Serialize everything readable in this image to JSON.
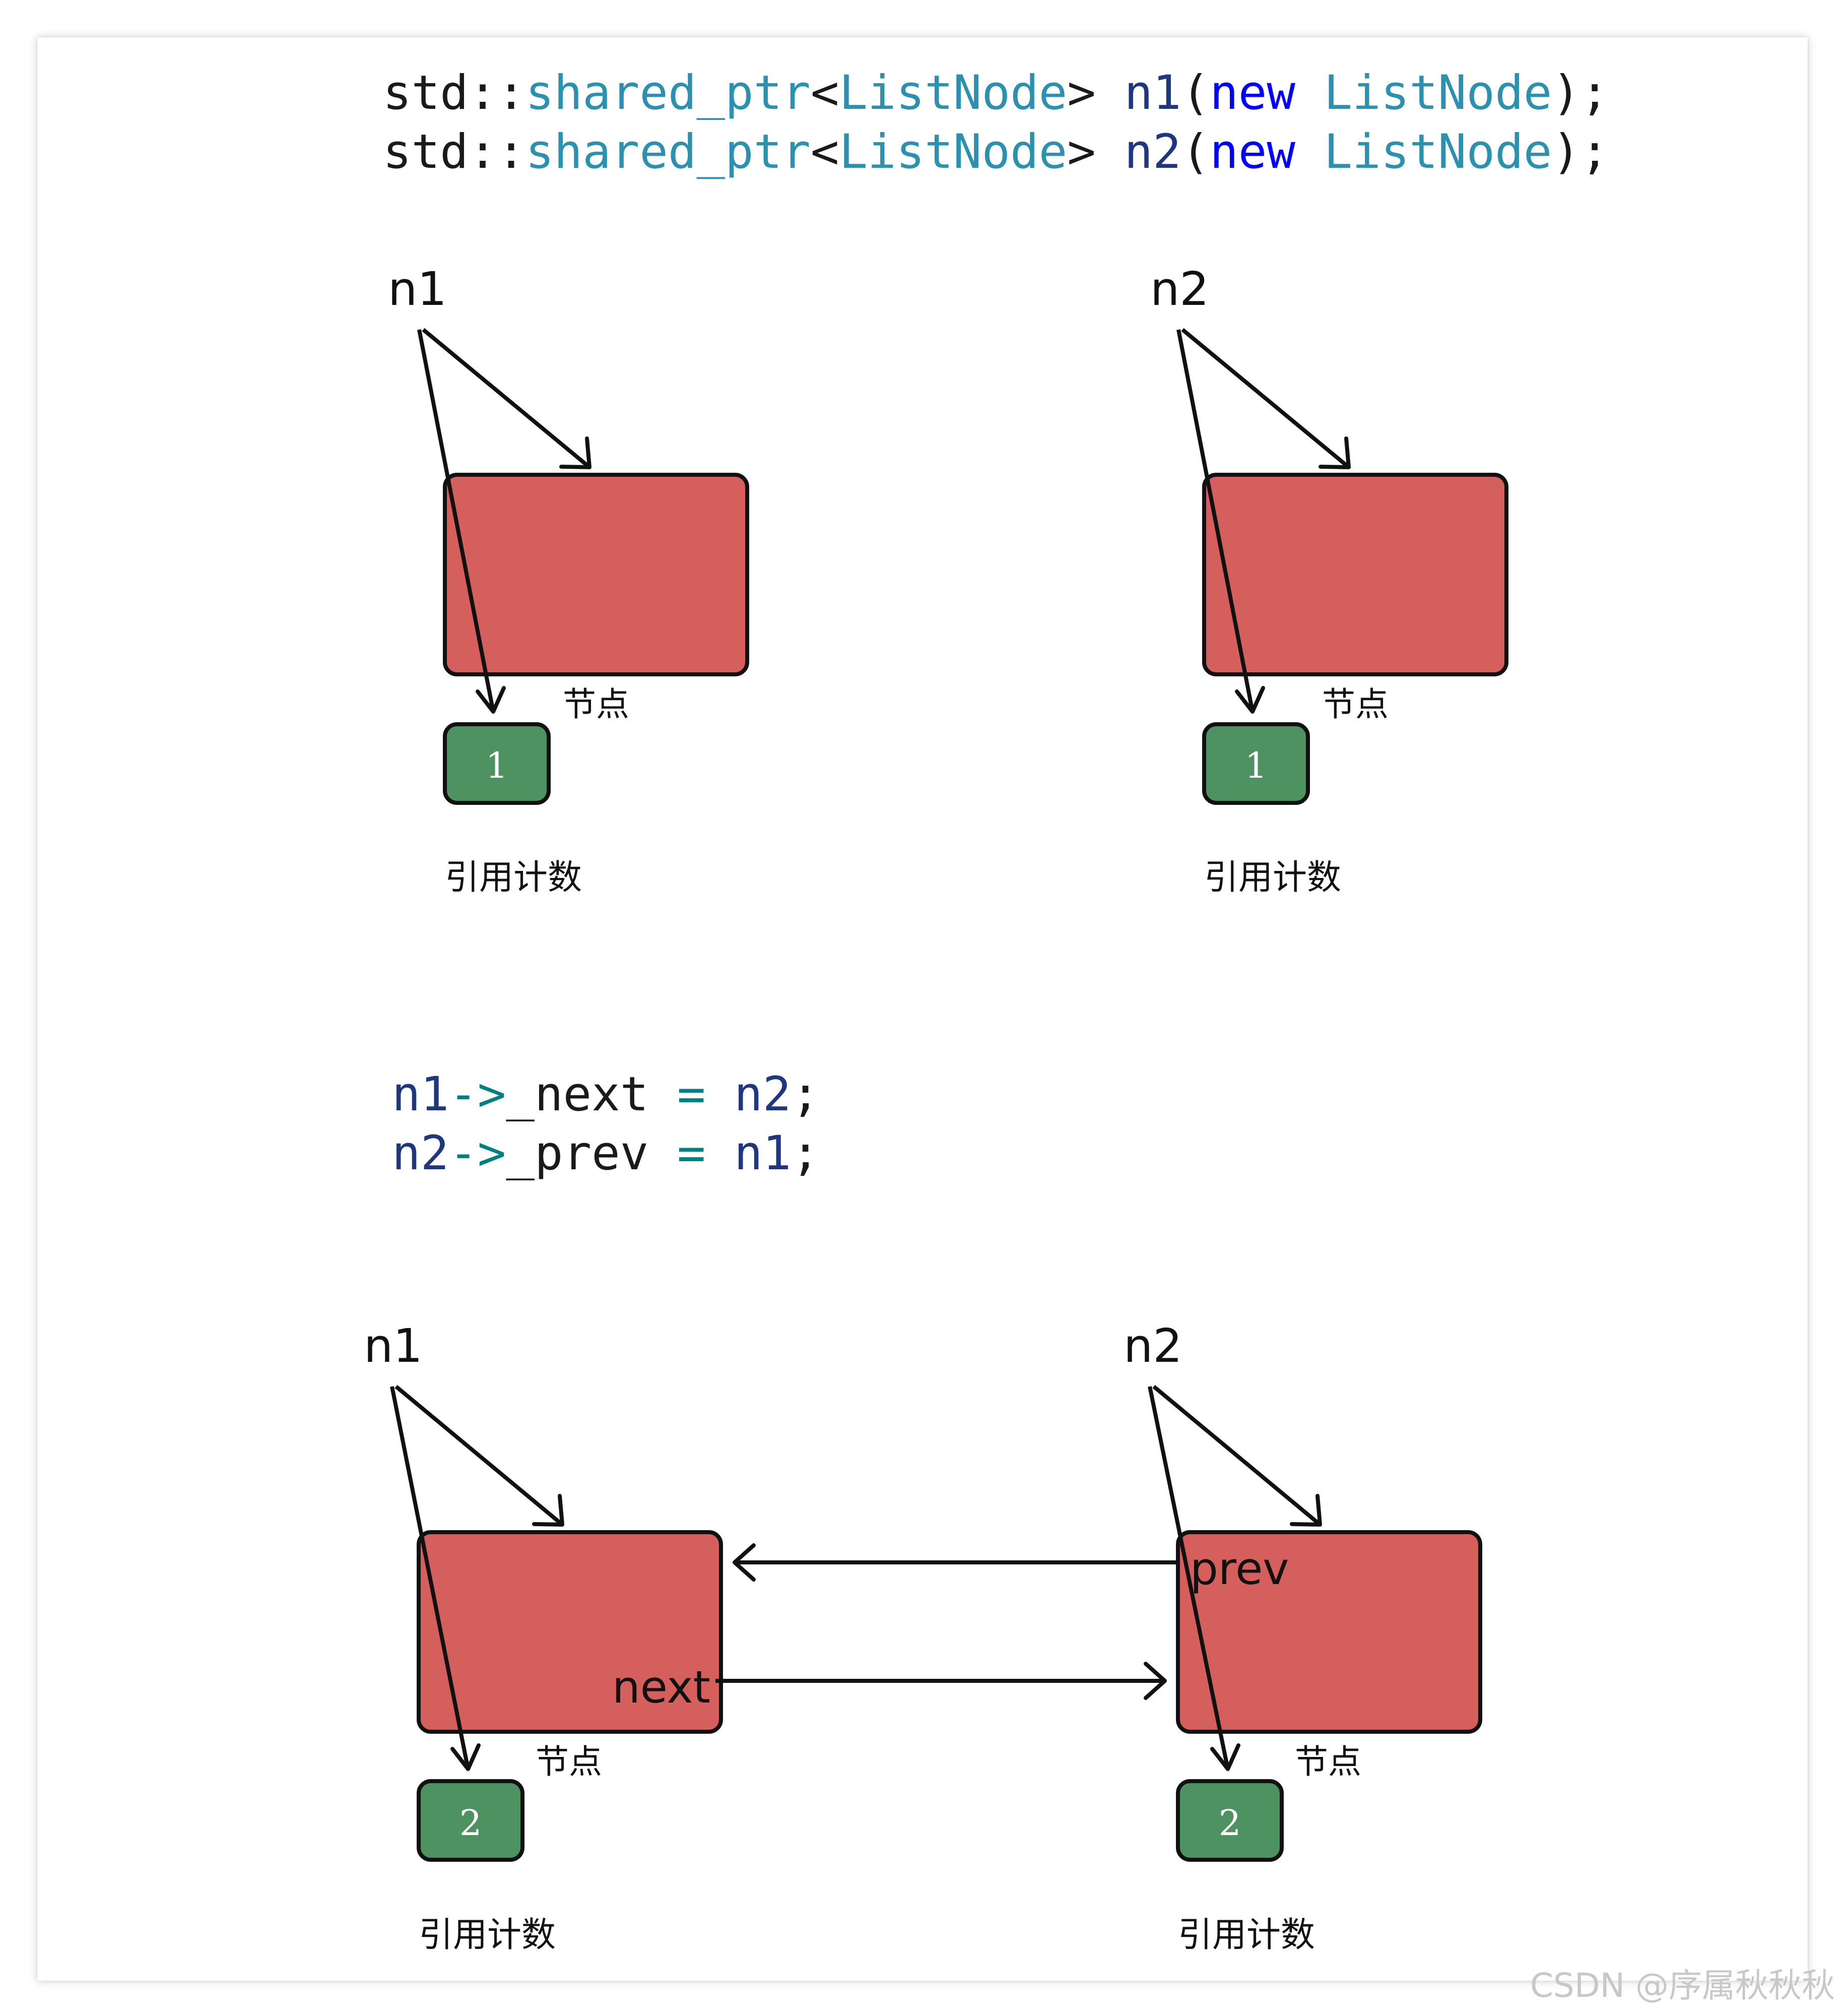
{
  "code_block_1": {
    "line_1": [
      {
        "text": "std::",
        "color": "#1a1a1a"
      },
      {
        "text": "shared_ptr",
        "color": "#2b91af"
      },
      {
        "text": "<",
        "color": "#1a1a1a"
      },
      {
        "text": "ListNode",
        "color": "#2b91af"
      },
      {
        "text": "> ",
        "color": "#1a1a1a"
      },
      {
        "text": "n1",
        "color": "#1f377f"
      },
      {
        "text": "(",
        "color": "#1a1a1a"
      },
      {
        "text": "new",
        "color": "#0000ff"
      },
      {
        "text": " ",
        "color": "#1a1a1a"
      },
      {
        "text": "ListNode",
        "color": "#2b91af"
      },
      {
        "text": ");",
        "color": "#1a1a1a"
      }
    ],
    "line_2": [
      {
        "text": "std::",
        "color": "#1a1a1a"
      },
      {
        "text": "shared_ptr",
        "color": "#2b91af"
      },
      {
        "text": "<",
        "color": "#1a1a1a"
      },
      {
        "text": "ListNode",
        "color": "#2b91af"
      },
      {
        "text": "> ",
        "color": "#1a1a1a"
      },
      {
        "text": "n2",
        "color": "#1f377f"
      },
      {
        "text": "(",
        "color": "#1a1a1a"
      },
      {
        "text": "new",
        "color": "#0000ff"
      },
      {
        "text": " ",
        "color": "#1a1a1a"
      },
      {
        "text": "ListNode",
        "color": "#2b91af"
      },
      {
        "text": ");",
        "color": "#1a1a1a"
      }
    ]
  },
  "code_block_2": {
    "line_1": [
      {
        "text": "n1",
        "color": "#1f377f"
      },
      {
        "text": "->",
        "color": "#008080"
      },
      {
        "text": "_next",
        "color": "#1a1a1a"
      },
      {
        "text": " = ",
        "color": "#008080"
      },
      {
        "text": "n2",
        "color": "#1f377f"
      },
      {
        "text": ";",
        "color": "#1a1a1a"
      }
    ],
    "line_2": [
      {
        "text": "n2",
        "color": "#1f377f"
      },
      {
        "text": "->",
        "color": "#008080"
      },
      {
        "text": "_prev",
        "color": "#1a1a1a"
      },
      {
        "text": " = ",
        "color": "#008080"
      },
      {
        "text": "n1",
        "color": "#1f377f"
      },
      {
        "text": ";",
        "color": "#1a1a1a"
      }
    ]
  },
  "before_state": {
    "left": {
      "pointer": "n1",
      "node_label": "节点",
      "count": "1",
      "count_label": "引用计数"
    },
    "right": {
      "pointer": "n2",
      "node_label": "节点",
      "count": "1",
      "count_label": "引用计数"
    }
  },
  "after_state": {
    "left": {
      "pointer": "n1",
      "node_label": "节点",
      "count": "2",
      "count_label": "引用计数",
      "field": "next"
    },
    "right": {
      "pointer": "n2",
      "node_label": "节点",
      "count": "2",
      "count_label": "引用计数",
      "field": "prev"
    }
  },
  "colors": {
    "node_fill": "#d55f5c",
    "counter_fill": "#4e9262",
    "stroke": "#111111"
  },
  "watermark": "CSDN @序属秋秋秋"
}
